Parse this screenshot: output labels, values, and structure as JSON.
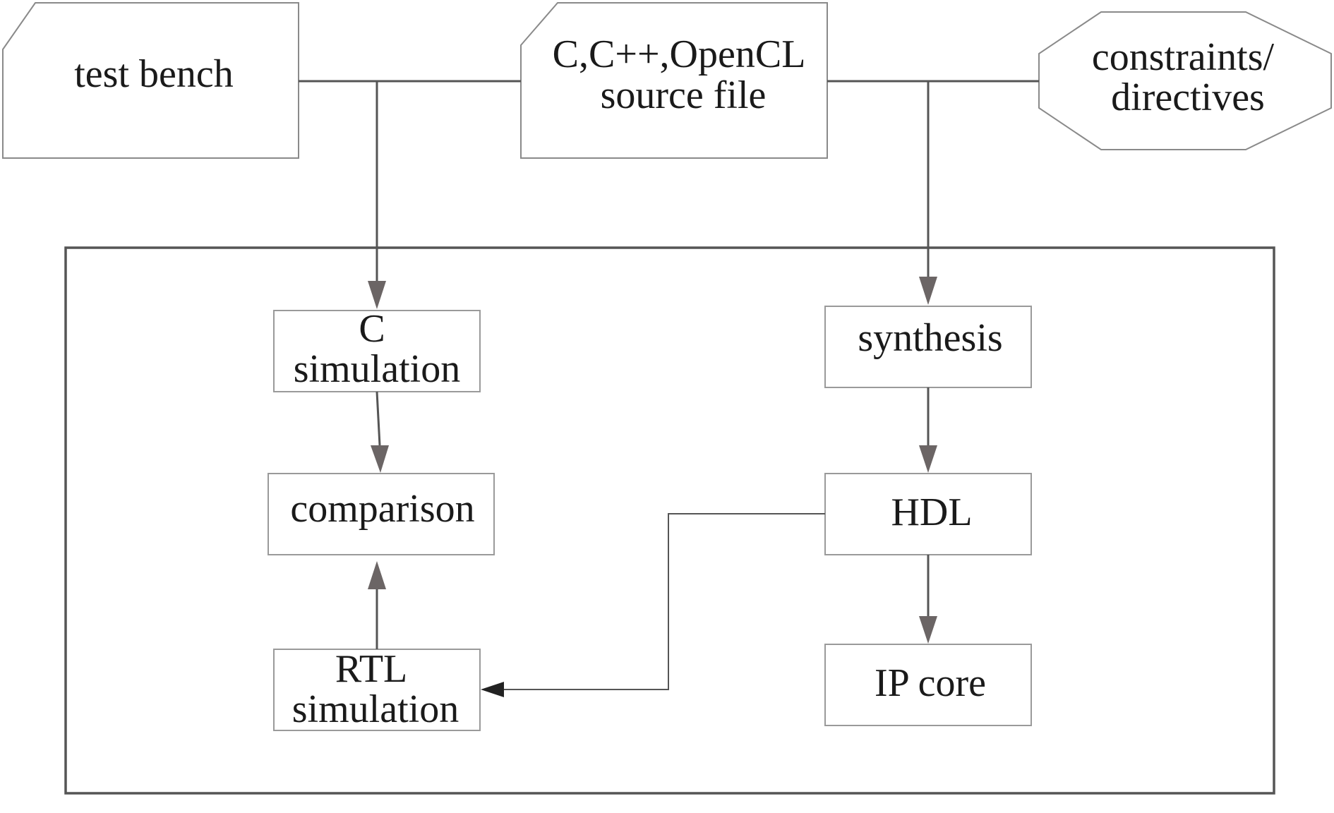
{
  "inputs": {
    "test_bench": {
      "lines": [
        "test bench"
      ]
    },
    "source_file": {
      "lines": [
        "C,C++,OpenCL",
        "source file"
      ]
    },
    "constraints": {
      "lines": [
        "constraints/",
        "directives"
      ]
    }
  },
  "process": {
    "c_simulation": {
      "lines": [
        "C",
        "simulation"
      ]
    },
    "comparison": {
      "lines": [
        "comparison"
      ]
    },
    "rtl_simulation": {
      "lines": [
        "RTL",
        "simulation"
      ]
    },
    "synthesis": {
      "lines": [
        "synthesis"
      ]
    },
    "hdl": {
      "lines": [
        "HDL"
      ]
    },
    "ip_core": {
      "lines": [
        "IP core"
      ]
    }
  }
}
